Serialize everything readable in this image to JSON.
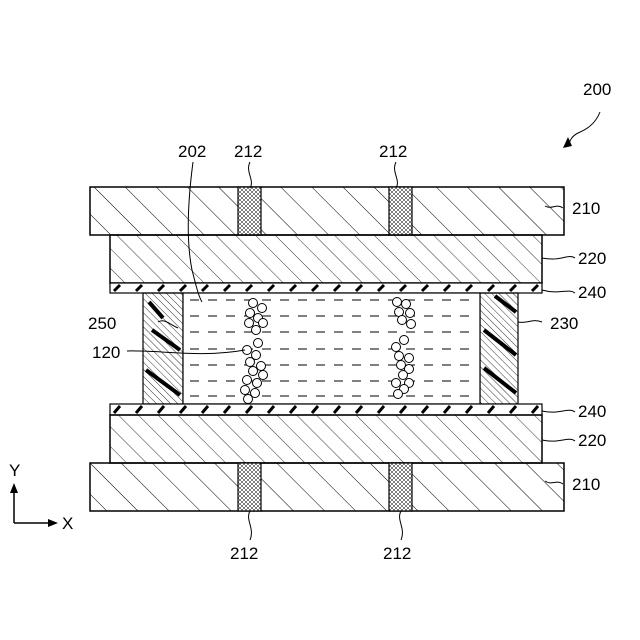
{
  "figure": {
    "ref_main": "200",
    "labels": {
      "l202": "202",
      "l212_top_left": "212",
      "l212_top_right": "212",
      "l212_bot_left": "212",
      "l212_bot_right": "212",
      "l210_top": "210",
      "l210_bot": "210",
      "l220_top": "220",
      "l220_bot": "220",
      "l240_top": "240",
      "l240_bot": "240",
      "l230": "230",
      "l250": "250",
      "l120": "120"
    },
    "axes": {
      "y": "Y",
      "x": "X"
    }
  }
}
